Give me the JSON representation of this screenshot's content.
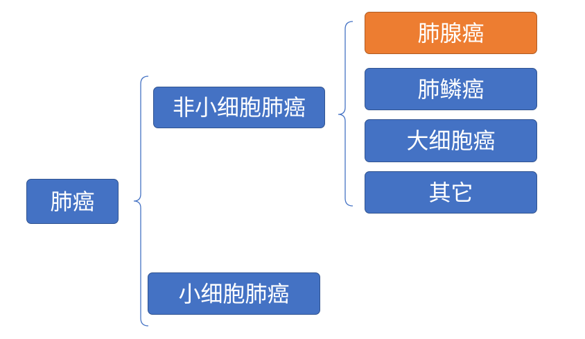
{
  "root": {
    "label": "肺癌"
  },
  "level1": [
    {
      "label": "非小细胞肺癌"
    },
    {
      "label": "小细胞肺癌"
    }
  ],
  "level2": [
    {
      "label": "肺腺癌",
      "highlighted": true
    },
    {
      "label": "肺鳞癌"
    },
    {
      "label": "大细胞癌"
    },
    {
      "label": "其它"
    }
  ],
  "colors": {
    "node_fill": "#4472c4",
    "highlight_fill": "#ed7d31",
    "text": "#ffffff",
    "bracket": "#4472c4"
  }
}
